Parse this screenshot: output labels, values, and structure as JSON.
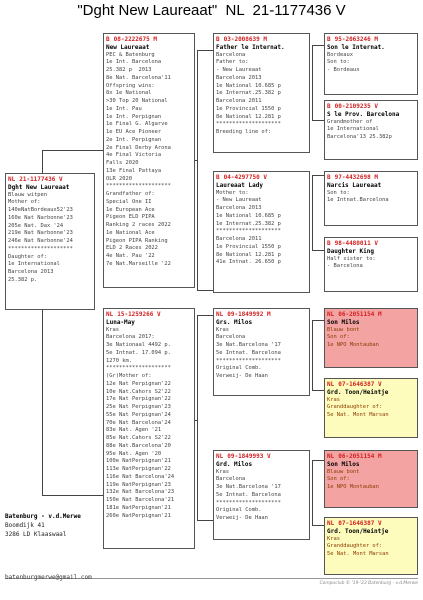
{
  "title": "\"Dght New Laureaat\"  NL  21-1177436 V",
  "subject": {
    "country": "NL",
    "ring": "21-1177436 V",
    "sex": "",
    "name": "Dght New Laureaat",
    "lines": [
      "Blauw witpen",
      "Mother of:",
      "140eNatBordeaux52'23",
      "160e Nat Narbonne'23",
      "205e Nat. Dax '24",
      "219e Nat Narbonne'23",
      "246e Nat Narbonne'24",
      "********************",
      "Daughter of:",
      "1e International",
      "Barcelona 2013",
      "25.382 p."
    ]
  },
  "sire": {
    "country": "B",
    "ring": "08-2222675 M",
    "sex": "",
    "name": "New Laureaat",
    "lines": [
      "PEC & Batenburg",
      "1e Int. Barcelona",
      "25.382 p  2013",
      "8e Nat. Barcelona'11",
      "Offspring wins:",
      "8x 1e National",
      ">30 Top 20 National",
      "1e Int. Pau",
      "1e Int. Perpignan",
      "1e Final G. Algarve",
      "1e EU Ace Pioneer",
      "2e Int. Perpignan",
      "2e Final Derby Arona",
      "4e Final Victoria",
      "Falls 2020",
      "13e Final Pattaya",
      "OLR 2020",
      "********************",
      "Grandfather of:",
      "Special One II",
      "1e European Ace",
      "Pigeon ELD PIPA",
      "Ranking 2 races 2022",
      "1e National Ace",
      "Pigeon PIPA Ranking",
      "ELD 2 Races 2022",
      "4e Nat. Pau '22",
      "7e Nat.Marseille '22"
    ]
  },
  "dam": {
    "country": "NL",
    "ring": "15-1259266 V",
    "sex": "",
    "name": "Luna-May",
    "lines": [
      "",
      "Kras",
      "Barcelona 2017:",
      "3e Nationaal 4492 p.",
      "5e Intnat. 17.094 p.",
      "1270 km.",
      "********************",
      "(Gr)Mother of:",
      "12e Nat Perpignan'22",
      "10e Nat.Cahors S2'22",
      "17e Nat Perpignan'22",
      "25e Nat Perpignan'23",
      "55e Nat Perpignan'24",
      "70e Nat Barcelona'24",
      "83e Nat. Agen '21",
      "85e Nat.Cahors S2'22",
      "88e Nat.Barcelona'20",
      "95e Nat. Agen '20",
      "100e NatPerpignan'21",
      "113e NatPerpignan'22",
      "116e Nat Barcelona'24",
      "119e NatPerpignan'23",
      "132e Nat Barcelona'23",
      "150e Nat Barcelona'21",
      "181e NatPerpignan'21",
      "260e NatPerpignan'21"
    ]
  },
  "ss": {
    "country": "B",
    "ring": "03-2008639 M",
    "sex": "",
    "name": "Father le Internat.",
    "lines": [
      "Barcelona",
      "",
      "Father to:",
      "- New Laureaat",
      "Barcelona 2013",
      "1e National 10.685 p",
      "1e Internat.25.382 p",
      "Barcelona 2011",
      "1e Provincial 1550 p",
      "8e National 12.281 p",
      "********************",
      "Breeding line of:"
    ]
  },
  "sd": {
    "country": "B",
    "ring": "04-4297750 V",
    "sex": "",
    "name": "Laureaat Lady",
    "lines": [
      "",
      "",
      "Mother to:",
      "- New Laureaat",
      "Barcelona 2013",
      "1e National 10.685 p",
      "1e Internat.25.382 p",
      "********************",
      "Barcelona 2011",
      "1e Provincial 1550 p",
      "8e National 12.281 p",
      "41e Intnat. 26.650 p"
    ]
  },
  "ds": {
    "country": "NL",
    "ring": "09-1849992 M",
    "sex": "",
    "name": "Grs. Milos",
    "lines": [
      "",
      "Kras",
      "Barcelona",
      "3e Nat.Barcelona '17",
      "5e Intnat. Barcelona",
      "********************",
      "Original Comb.",
      "Verweij- De Haan"
    ]
  },
  "dd": {
    "country": "NL",
    "ring": "09-1849993 V",
    "sex": "",
    "name": "Grd. Milos",
    "lines": [
      "",
      "Kras",
      "Barcelona",
      "3e Nat.Barcelona '17",
      "5e Intnat. Barcelona",
      "********************",
      "Original Comb.",
      "Verweij- De Haan"
    ]
  },
  "sss": {
    "country": "B",
    "ring": "95-2063246 M",
    "sex": "",
    "name": "Son le Internat.",
    "lines": [
      "Bordeaux",
      "",
      "Son to:",
      "- Bordeaux"
    ]
  },
  "ssd": {
    "country": "B",
    "ring": "00-2109235 V",
    "sex": "",
    "name": "S le Prov. Barcelona",
    "lines": [
      "",
      "Grandmother of",
      "1e International",
      "Barcelona'13 25.382p"
    ]
  },
  "sds": {
    "country": "B",
    "ring": "97-4432698 M",
    "sex": "",
    "name": "Narcis Laureaat",
    "lines": [
      "",
      "Son to:",
      "1e Intnat.Barcelona"
    ]
  },
  "sdd": {
    "country": "B",
    "ring": "98-4480011 V",
    "sex": "",
    "name": "Daughter King",
    "lines": [
      "",
      "Half sister to:",
      "- Barcelona"
    ]
  },
  "dss": {
    "country": "NL",
    "ring": "06-2051154 M",
    "sex": "",
    "name": "Son Milos",
    "lines": [
      "",
      "Blauw bont",
      "Son of:",
      "1e NPO Montauban"
    ]
  },
  "dsd": {
    "country": "NL",
    "ring": "07-1646387 V",
    "sex": "",
    "name": "Grd. Toon/Heintje",
    "lines": [
      "",
      "Kras",
      "Granddaughter of:",
      "5e Nat. Mont Marsan"
    ]
  },
  "dds": {
    "country": "NL",
    "ring": "06-2051154 M",
    "sex": "",
    "name": "Son Milos",
    "lines": [
      "",
      "Blauw bont",
      "Son of:",
      "1e NPO Montauban"
    ]
  },
  "ddd": {
    "country": "NL",
    "ring": "07-1646387 V",
    "sex": "",
    "name": "Grd. Toon/Heintje",
    "lines": [
      "",
      "Kras",
      "Granddaughter of:",
      "5e Nat. Mont Marsan"
    ]
  },
  "owner": {
    "name": "Batenburg - v.d.Merwe",
    "street": "Boomdijk 41",
    "city": "3286 LD  Klaaswaal"
  },
  "email": "batenburgmerwe@gmail.com",
  "footer": "Compuclub © '19-'23  Batenburg - v.d.Merwe",
  "colors": {
    "ring": "#d21f1f",
    "highlight_red": "#f4a3a3",
    "highlight_yellow": "#fdfcbc"
  }
}
